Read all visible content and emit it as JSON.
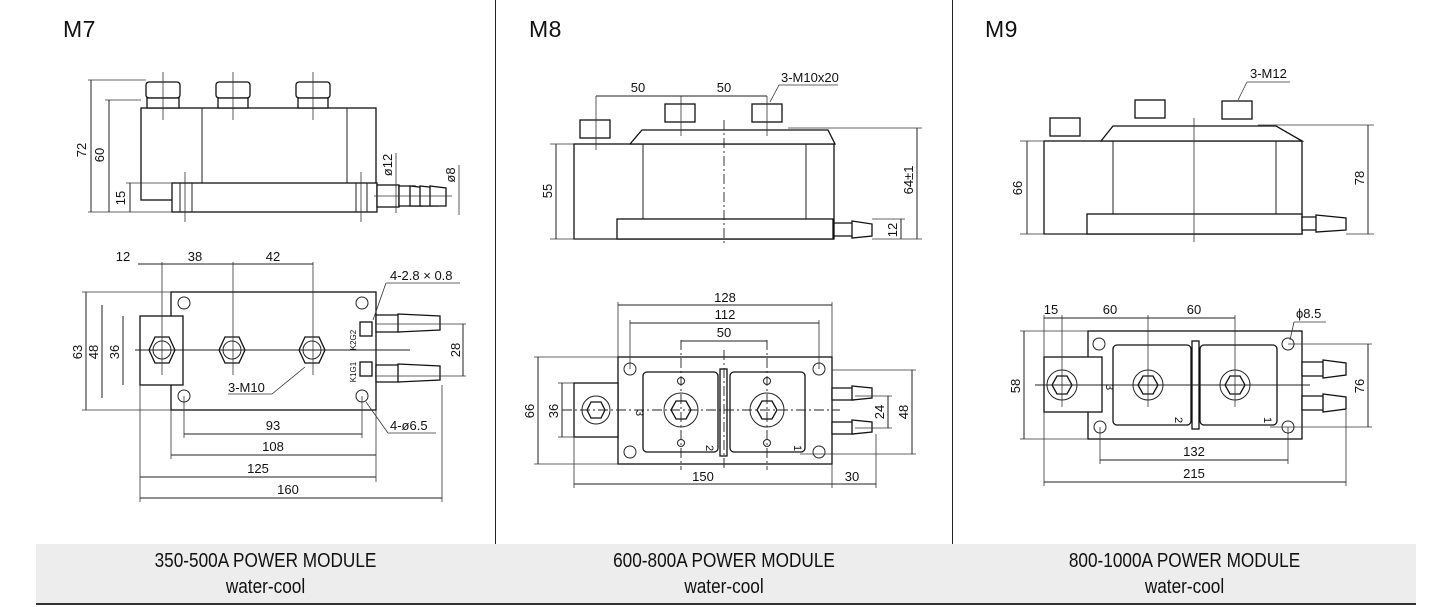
{
  "modules": [
    {
      "model": "M7",
      "caption_line1": "350-500A POWER MODULE",
      "caption_line2": "water-cool",
      "side_view": {
        "height_total": "72",
        "height_body": "60",
        "height_base": "15",
        "pipe_outer": "ø12",
        "pipe_inner": "ø8"
      },
      "top_view": {
        "d_12": "12",
        "d_38": "38",
        "d_42": "42",
        "tab_label": "4-2.8 × 0.8",
        "h_63": "63",
        "h_48": "48",
        "h_36": "36",
        "pipe_pitch": "28",
        "screws": "3-M10",
        "holes": "4-ø6.5",
        "w_93": "93",
        "w_108": "108",
        "w_125": "125",
        "w_160": "160",
        "terminal_k2g2": "K2G2",
        "terminal_k1g1": "K1G1"
      }
    },
    {
      "model": "M8",
      "caption_line1": "600-800A POWER MODULE",
      "caption_line2": "water-cool",
      "side_view": {
        "pitch_a": "50",
        "pitch_b": "50",
        "screws": "3-M10x20",
        "height_body": "55",
        "height_total": "64±1",
        "height_base": "12"
      },
      "top_view": {
        "w_128": "128",
        "w_112": "112",
        "w_50": "50",
        "h_66": "66",
        "h_36": "36",
        "pipe_pitch": "24",
        "h_48": "48",
        "w_150": "150",
        "pipe_len": "30",
        "term_1": "1",
        "term_2": "2",
        "term_3": "3"
      }
    },
    {
      "model": "M9",
      "caption_line1": "800-1000A POWER MODULE",
      "caption_line2": "water-cool",
      "side_view": {
        "screws": "3-M12",
        "height_body": "66",
        "height_total": "78"
      },
      "top_view": {
        "d_15": "15",
        "d_60a": "60",
        "d_60b": "60",
        "hole": "ϕ8.5",
        "h_58": "58",
        "h_76": "76",
        "w_132": "132",
        "w_215": "215",
        "term_1": "1",
        "term_2": "2",
        "term_3": "3"
      }
    }
  ]
}
